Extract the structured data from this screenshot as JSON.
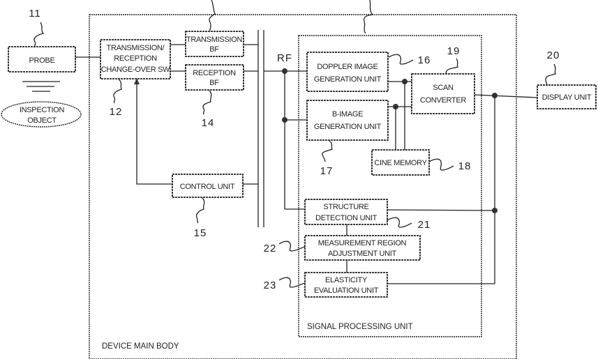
{
  "figure": {
    "containers": {
      "device_main_body": "DEVICE MAIN BODY",
      "signal_processing_unit": "SIGNAL PROCESSING UNIT"
    },
    "external": {
      "probe": {
        "label": "PROBE",
        "ref": "11"
      },
      "inspection_object": {
        "lines": [
          "INSPECTION",
          "OBJECT"
        ]
      },
      "display_unit": {
        "label": "DISPLAY UNIT",
        "ref": "20"
      }
    },
    "blocks": {
      "tr_switch": {
        "lines": [
          "TRANSMISSION/",
          "RECEPTION",
          "CHANGE-OVER SW"
        ],
        "ref": "12"
      },
      "transmission_bf": {
        "lines": [
          "TRANSMISSION",
          "BF"
        ]
      },
      "reception_bf": {
        "lines": [
          "RECEPTION",
          "BF"
        ],
        "ref": "14"
      },
      "control_unit": {
        "label": "CONTROL UNIT",
        "ref": "15"
      },
      "doppler": {
        "lines": [
          "DOPPLER IMAGE",
          "GENERATION UNIT"
        ],
        "ref": "16"
      },
      "b_image": {
        "lines": [
          "B-IMAGE",
          "GENERATION UNIT"
        ],
        "ref": "17"
      },
      "cine_memory": {
        "label": "CINE MEMORY",
        "ref": "18"
      },
      "scan_converter": {
        "lines": [
          "SCAN",
          "CONVERTER"
        ],
        "ref": "19"
      },
      "structure_detection": {
        "lines": [
          "STRUCTURE",
          "DETECTION UNIT"
        ],
        "ref": "21"
      },
      "measurement_region": {
        "lines": [
          "MEASUREMENT REGION",
          "ADJUSTMENT UNIT"
        ],
        "ref": "22"
      },
      "elasticity": {
        "lines": [
          "ELASTICITY",
          "EVALUATION UNIT"
        ],
        "ref": "23"
      }
    },
    "signal_label": "RF"
  }
}
